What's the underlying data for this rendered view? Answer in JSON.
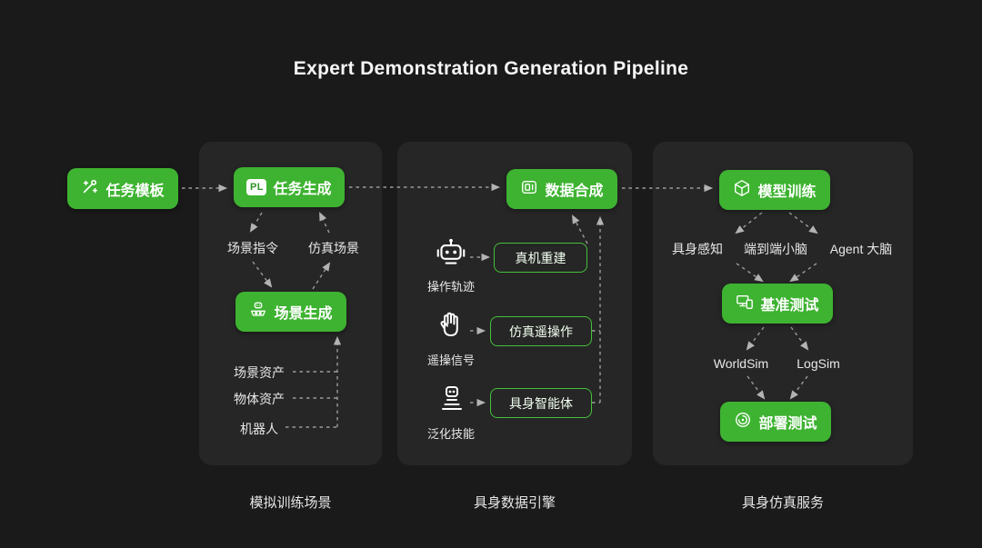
{
  "title": "Expert Demonstration Generation Pipeline",
  "colors": {
    "accent_green": "#3EB331",
    "panel_bg": "#262626",
    "page_bg": "#1A1A1A",
    "outline_box_border": "#45C03A",
    "arrow_gray": "#9B9B9B"
  },
  "task_template": {
    "label": "任务模板"
  },
  "panels": {
    "sim_training": {
      "caption": "模拟训练场景",
      "task_gen_label": "任务生成",
      "pl_badge": "PL",
      "scene_cmd": "场景指令",
      "sim_scene": "仿真场景",
      "scene_gen_label": "场景生成",
      "assets": [
        "场景资产",
        "物体资产",
        "机器人"
      ]
    },
    "data_engine": {
      "caption": "具身数据引擎",
      "data_syn_label": "数据合成",
      "rows": [
        {
          "icon": "robot-icon",
          "label": "操作轨迹",
          "box": "真机重建"
        },
        {
          "icon": "glove-icon",
          "label": "遥操信号",
          "box": "仿真遥操作"
        },
        {
          "icon": "skill-icon",
          "label": "泛化技能",
          "box": "具身智能体"
        }
      ]
    },
    "sim_service": {
      "caption": "具身仿真服务",
      "model_train_label": "模型训练",
      "brains": [
        "具身感知",
        "端到端小脑",
        "Agent 大脑"
      ],
      "benchmark_label": "基准测试",
      "sims": [
        "WorldSim",
        "LogSim"
      ],
      "deploy_label": "部署测试"
    }
  }
}
